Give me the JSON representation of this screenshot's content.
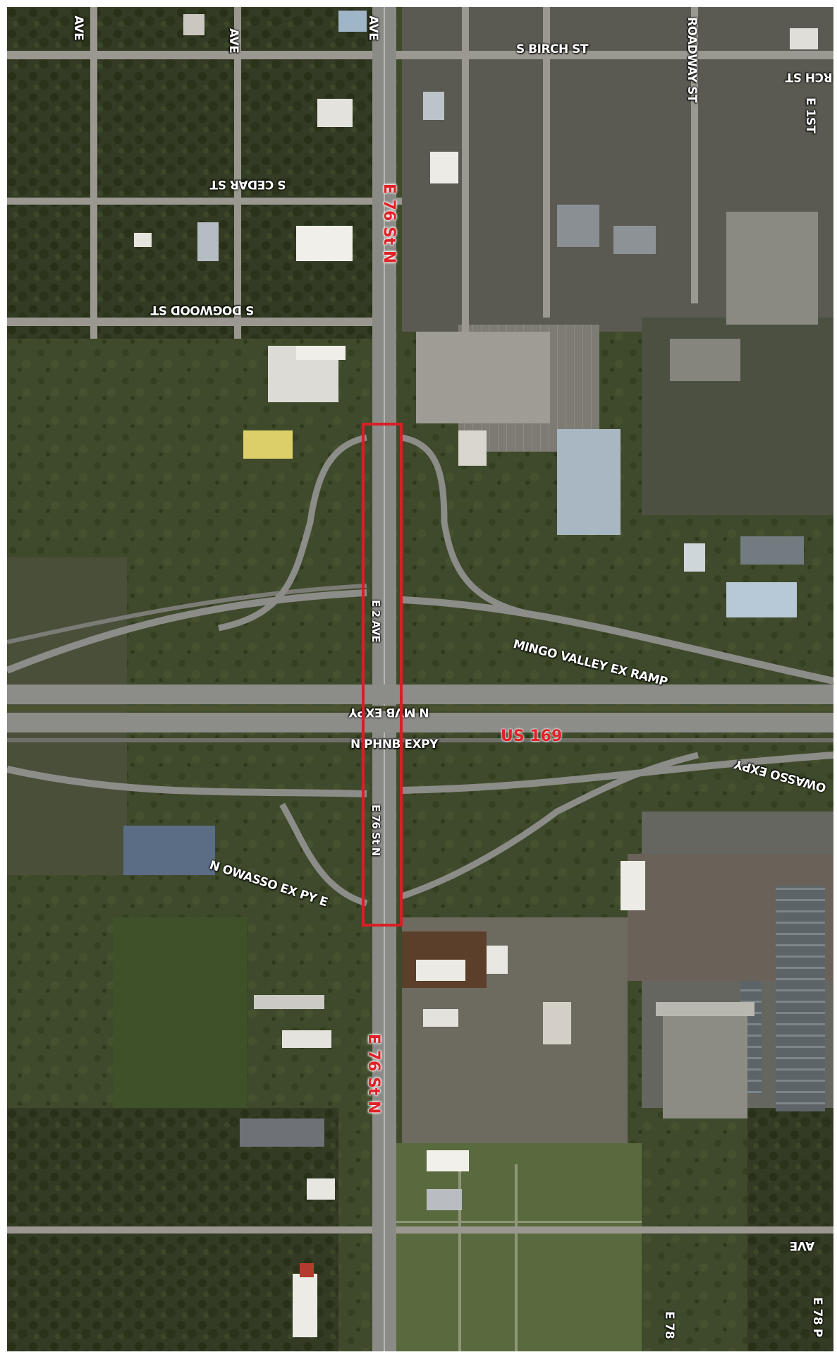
{
  "map": {
    "labels": {
      "s_birch": "S BIRCH ST",
      "birch_flipped": "RCH ST",
      "e_1st": "E 1ST",
      "broadway": "ROADWAY ST",
      "s_cedar": "S CEDAR ST",
      "s_dogwood": "S DOGWOOD ST",
      "ave_top_left": "AVE",
      "ave_top_mid": "AVE",
      "ave_top_main": "AVE",
      "e_76_north": "E 76 St N",
      "e_76_south": "E 76 St N",
      "e_76_bridge": "E 76 St N",
      "e_2_ave": "E 2 AVE",
      "mingo_ramp": "MINGO VALLEY EX RAMP",
      "n_mvb_expy": "N MVB EXPY",
      "n_phnb_expy": "N PHNB EXPY",
      "us_169": "US 169",
      "owasso_expy": "OWASSO EXPY",
      "n_owasso_ex_py_e": "N OWASSO EX PY E",
      "ave_right": "AVE",
      "e_78_p": "E 78 P",
      "e_78": "E 78"
    },
    "colors": {
      "highlight_box": "#d81f26",
      "label_red": "#e02127",
      "grass": "#3f4a2a",
      "road": "#8a8a86"
    }
  }
}
